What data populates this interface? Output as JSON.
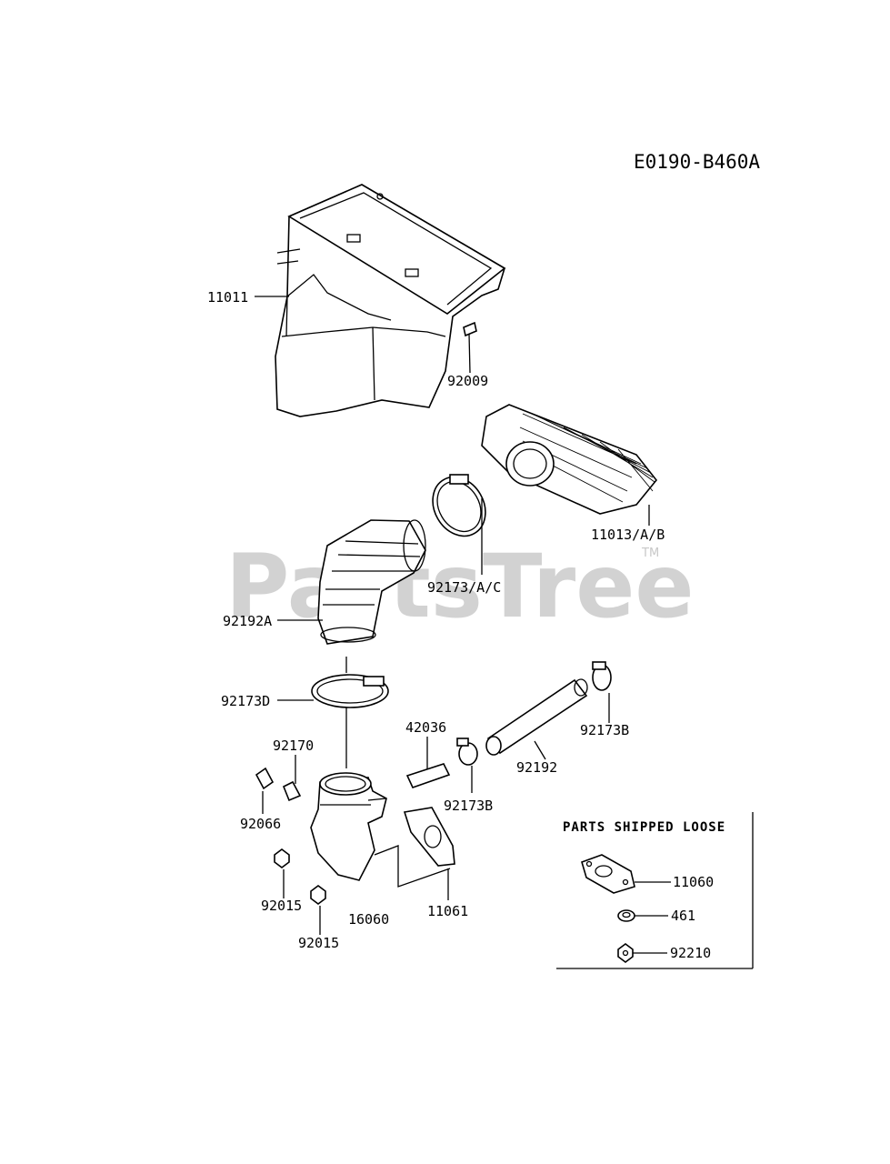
{
  "diagram_code": "E0190-B460A",
  "watermark": "PartsTree",
  "watermark_tm": "TM",
  "loose_box": {
    "title": "PARTS SHIPPED LOOSE",
    "items": [
      "11060",
      "461",
      "92210"
    ]
  },
  "labels": {
    "p11011": "11011",
    "p92009": "92009",
    "p11013": "11013/A/B",
    "p92173ac": "92173/A/C",
    "p92192a": "92192A",
    "p92173d": "92173D",
    "p92173b_top": "92173B",
    "p92192": "92192",
    "p42036": "42036",
    "p92173b_mid": "92173B",
    "p92170": "92170",
    "p92066": "92066",
    "p92015_a": "92015",
    "p16060": "16060",
    "p11061": "11061",
    "p92015_b": "92015"
  }
}
